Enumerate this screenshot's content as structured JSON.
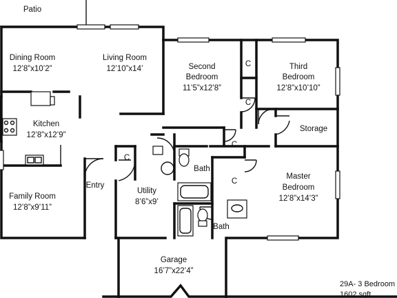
{
  "plan": {
    "model": "29A- 3 Bedroom",
    "area": "1602 sqft",
    "rooms": {
      "patio": {
        "name": "Patio"
      },
      "dining": {
        "name": "Dining Room",
        "dim": "12’8”x10’2”"
      },
      "living": {
        "name": "Living Room",
        "dim": "12’10”x14’"
      },
      "second": {
        "name1": "Second",
        "name2": "Bedroom",
        "dim": "11’5”x12’8”"
      },
      "third": {
        "name1": "Third",
        "name2": "Bedroom",
        "dim": "12’8”x10’10”"
      },
      "kitchen": {
        "name": "Kitchen",
        "dim": "12’8”x12’9”"
      },
      "storage": {
        "name": "Storage"
      },
      "bath1": {
        "name": "Bath"
      },
      "bath2": {
        "name": "Bath"
      },
      "family": {
        "name": "Family Room",
        "dim": "12’8”x9’11”"
      },
      "entry": {
        "name": "Entry"
      },
      "utility": {
        "name": "Utility",
        "dim": "8’6”x9’"
      },
      "master": {
        "name1": "Master",
        "name2": "Bedroom",
        "dim": "12’8”x14’3”"
      },
      "garage": {
        "name": "Garage",
        "dim": "16’7”x22’4”"
      }
    },
    "closet_label": "C"
  }
}
